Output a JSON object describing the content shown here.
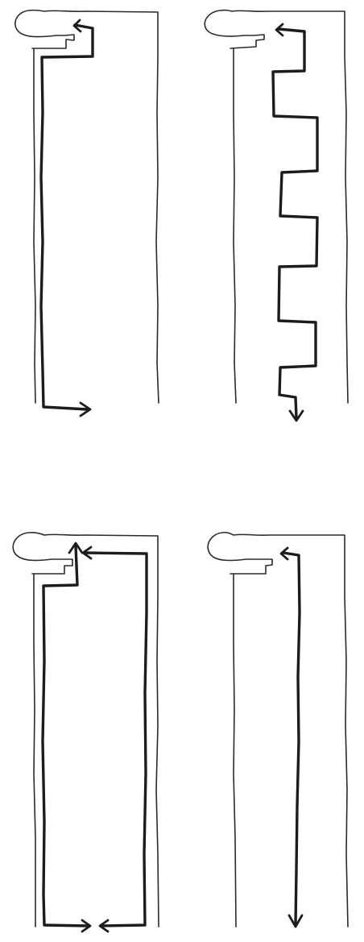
{
  "panels": [
    {
      "id": "top-left",
      "route": "straight-down-then-out"
    },
    {
      "id": "top-right",
      "route": "zigzag-down"
    },
    {
      "id": "bottom-left",
      "route": "perimeter-loop"
    },
    {
      "id": "bottom-right",
      "route": "straight-down"
    }
  ],
  "colors": {
    "ink": "#1c1c1c",
    "outline": "#2a2a2a",
    "paper": "#ffffff"
  }
}
